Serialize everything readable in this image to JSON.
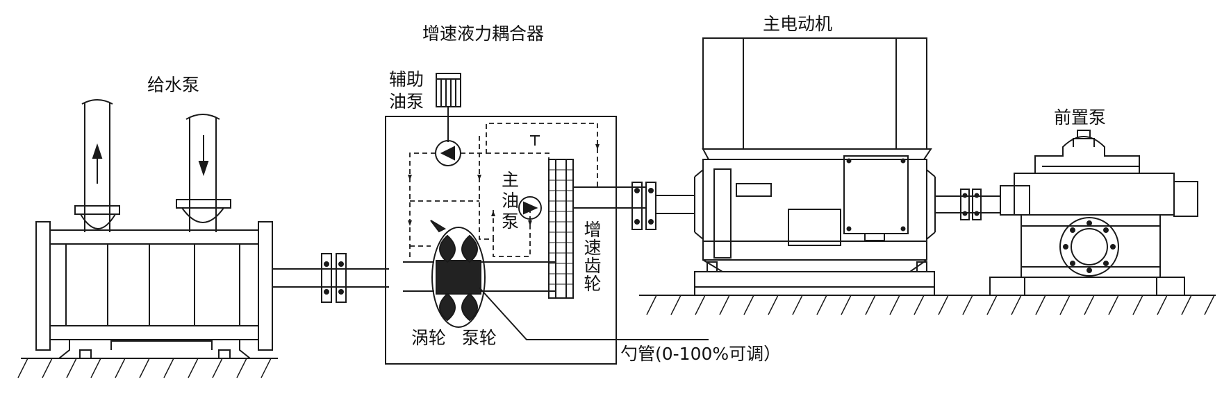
{
  "labels": {
    "feed_pump": "给水泵",
    "coupler": "增速液力耦合器",
    "main_motor": "主电动机",
    "booster_pump": "前置泵",
    "aux_oil_pump_line1": "辅助",
    "aux_oil_pump_line2": "油泵",
    "main_oil_pump_1": "主",
    "main_oil_pump_2": "油",
    "main_oil_pump_3": "泵",
    "speed_gear": "增速齿轮",
    "turbine": "涡轮",
    "impeller": "泵轮",
    "scoop_tube": "勺管(0-100%可调）"
  },
  "colors": {
    "line": "#1a1a1a",
    "fill_dark": "#222222",
    "background": "#ffffff"
  }
}
